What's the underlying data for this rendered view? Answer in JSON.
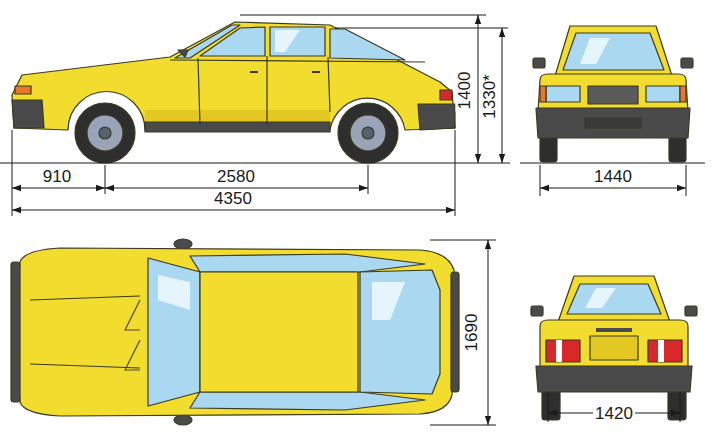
{
  "diagram": {
    "labels": [
      "910",
      "2580",
      "4350",
      "1400",
      "1330*",
      "1440",
      "1690",
      "1420"
    ]
  }
}
